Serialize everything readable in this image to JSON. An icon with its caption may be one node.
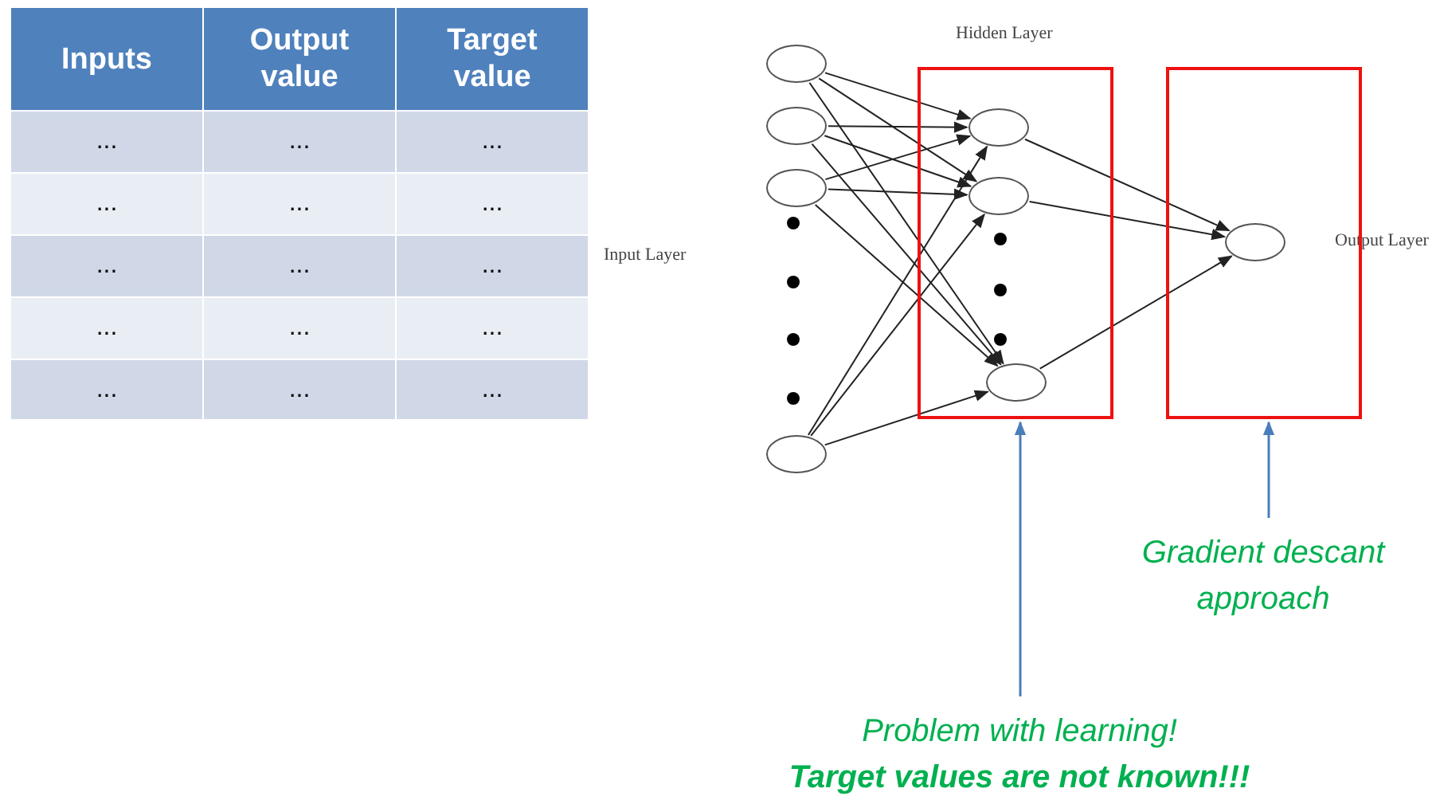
{
  "diagram": {
    "nodes": [
      {
        "text": [],
        "shape": "circle"
      },
      {
        "text": [],
        "shape": "circle"
      },
      {
        "text": [],
        "shape": "circle"
      },
      {
        "text": [],
        "shape": "circle"
      },
      {
        "text": [],
        "shape": "box"
      },
      {
        "text": [],
        "shape": "circle",
        "in": 4
      },
      {
        "text": [],
        "shape": "circle",
        "in": 4
      },
      {
        "text": [],
        "shape": "circle",
        "in": 4
      },
      {
        "text": [],
        "shape": "box"
      },
      {
        "text": [],
        "shape": "circle",
        "in": 8
      },
      {
        "text": [
          "Gradient descant approach"
        ]
      },
      {
        "text": [
          "Problem with learning!",
          "Target values are not known!!!"
        ]
      }
    ],
    "edges": [
      {
        "from": 0,
        "to": 5,
        "arrow": "to"
      },
      {
        "from": 0,
        "to": 6,
        "arrow": "to"
      },
      {
        "from": 0,
        "to": 7,
        "arrow": "to"
      },
      {
        "from": 1,
        "to": 5,
        "arrow": "to"
      },
      {
        "from": 1,
        "to": 6,
        "arrow": "to"
      },
      {
        "from": 1,
        "to": 7,
        "arrow": "to"
      },
      {
        "from": 2,
        "to": 5,
        "arrow": "to"
      },
      {
        "from": 2,
        "to": 6,
        "arrow": "to"
      },
      {
        "from": 2,
        "to": 7,
        "arrow": "to"
      },
      {
        "from": 3,
        "to": 5,
        "arrow": "to"
      },
      {
        "from": 3,
        "to": 6,
        "arrow": "to"
      },
      {
        "from": 3,
        "to": 7,
        "arrow": "to"
      },
      {
        "from": 5,
        "to": 9,
        "arrow": "to"
      },
      {
        "from": 6,
        "to": 9,
        "arrow": "to"
      },
      {
        "from": 7,
        "to": 9,
        "arrow": "to"
      },
      {
        "from": 10,
        "to": 8,
        "arrow": "to",
        "color": "#4a7ebb"
      },
      {
        "from": 11,
        "to": 4,
        "arrow": "to",
        "color": "#4a7ebb"
      }
    ],
    "labels": [
      "Inputs",
      "Output value",
      "Target value",
      "...",
      "...",
      "...",
      "...",
      "...",
      "...",
      "...",
      "...",
      "...",
      "...",
      "...",
      "...",
      "...",
      "...",
      "...",
      "Hidden Layer",
      "Input Layer",
      "Output Layer"
    ]
  }
}
